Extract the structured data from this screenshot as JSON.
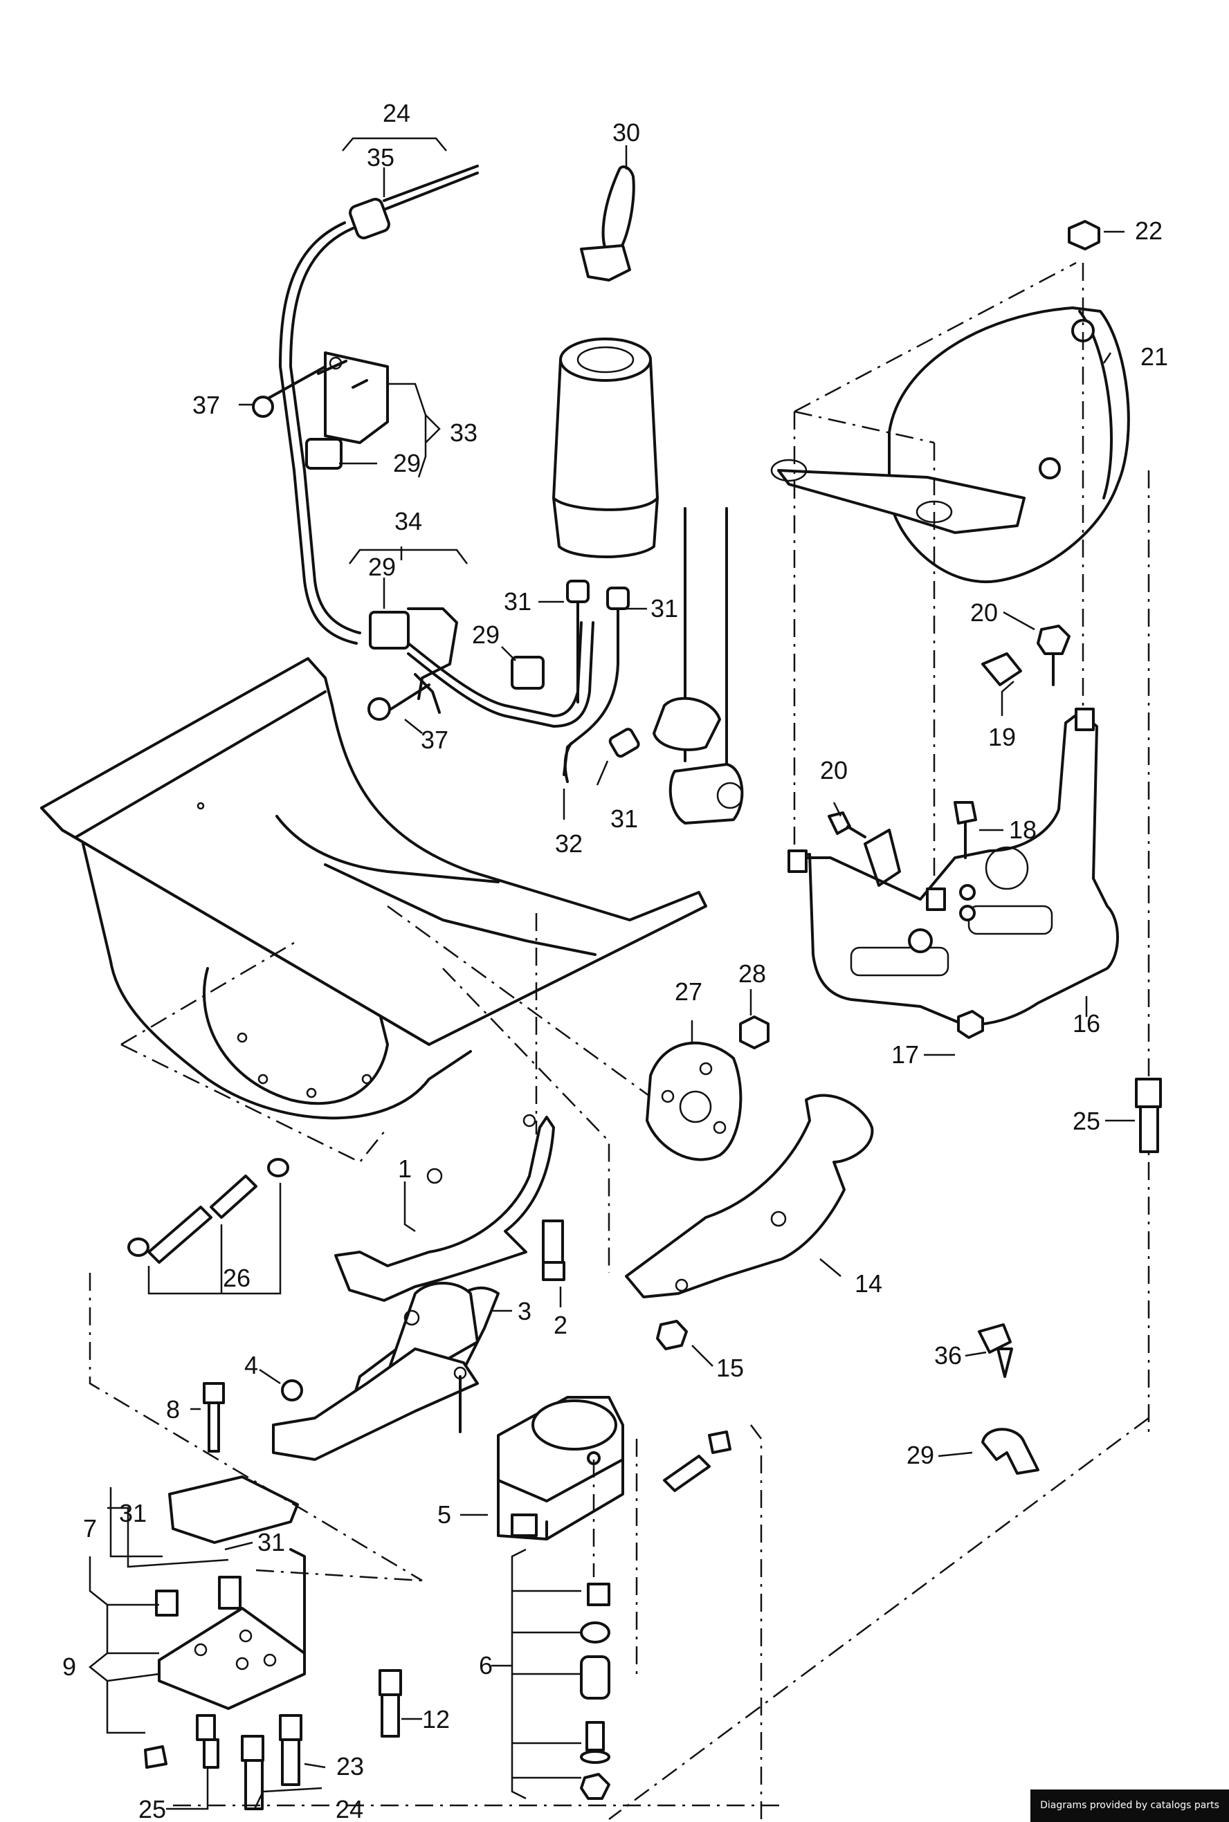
{
  "labels": [
    "24",
    "35",
    "30",
    "37",
    "33",
    "29",
    "34",
    "29",
    "31",
    "31",
    "29",
    "37",
    "31",
    "32",
    "22",
    "21",
    "20",
    "19",
    "20",
    "18",
    "17",
    "16",
    "25",
    "27",
    "28",
    "1",
    "2",
    "3",
    "26",
    "14",
    "15",
    "36",
    "29",
    "4",
    "8",
    "5",
    "7",
    "31",
    "31",
    "6",
    "9",
    "12",
    "23",
    "25",
    "24"
  ],
  "credit": "Diagrams provided by catalogs parts"
}
